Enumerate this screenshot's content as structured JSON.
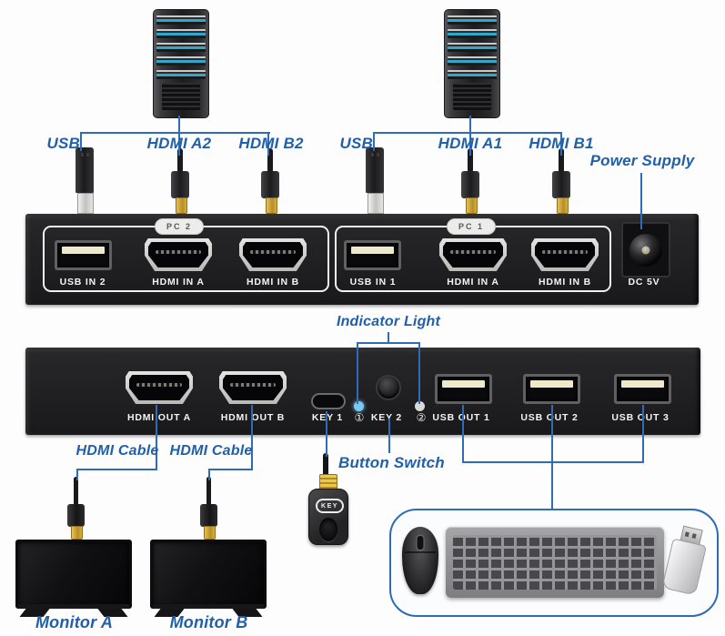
{
  "diagram": {
    "pc_left": {
      "usb": "USB",
      "hdmi_a": "HDMI A2",
      "hdmi_b": "HDMI B2"
    },
    "pc_right": {
      "usb": "USB",
      "hdmi_a": "HDMI A1",
      "hdmi_b": "HDMI B1"
    },
    "power_supply": "Power Supply",
    "indicator_light": "Indicator Light",
    "button_switch": "Button Switch",
    "hdmi_cable_left": "HDMI Cable",
    "hdmi_cable_right": "HDMI Cable",
    "monitor_a": "Monitor A",
    "monitor_b": "Monitor B",
    "key_fob": "KEY"
  },
  "rear_panel": {
    "pc2_badge": "PC 2",
    "usb_in_2": "USB IN 2",
    "pc2_hdmi_in_a": "HDMI IN A",
    "pc2_hdmi_in_b": "HDMI IN B",
    "pc1_badge": "PC 1",
    "usb_in_1": "USB IN 1",
    "pc1_hdmi_in_a": "HDMI IN A",
    "pc1_hdmi_in_b": "HDMI IN B",
    "dc_label": "DC 5V"
  },
  "front_panel": {
    "hdmi_out_a": "HDMI OUT A",
    "hdmi_out_b": "HDMI OUT B",
    "key_1": "KEY 1",
    "led_1_num": "①",
    "key_2": "KEY 2",
    "led_2_num": "②",
    "usb_out_1": "USB OUT 1",
    "usb_out_2": "USB OUT 2",
    "usb_out_3": "USB OUT 3"
  },
  "colors": {
    "label_blue": "#2160a8",
    "line_blue": "#2e6cb5",
    "led_on_blue": "#79c9f2",
    "led_off_white": "#d9d9d9",
    "gold": "#d2a93c",
    "panel_black": "#202023"
  }
}
